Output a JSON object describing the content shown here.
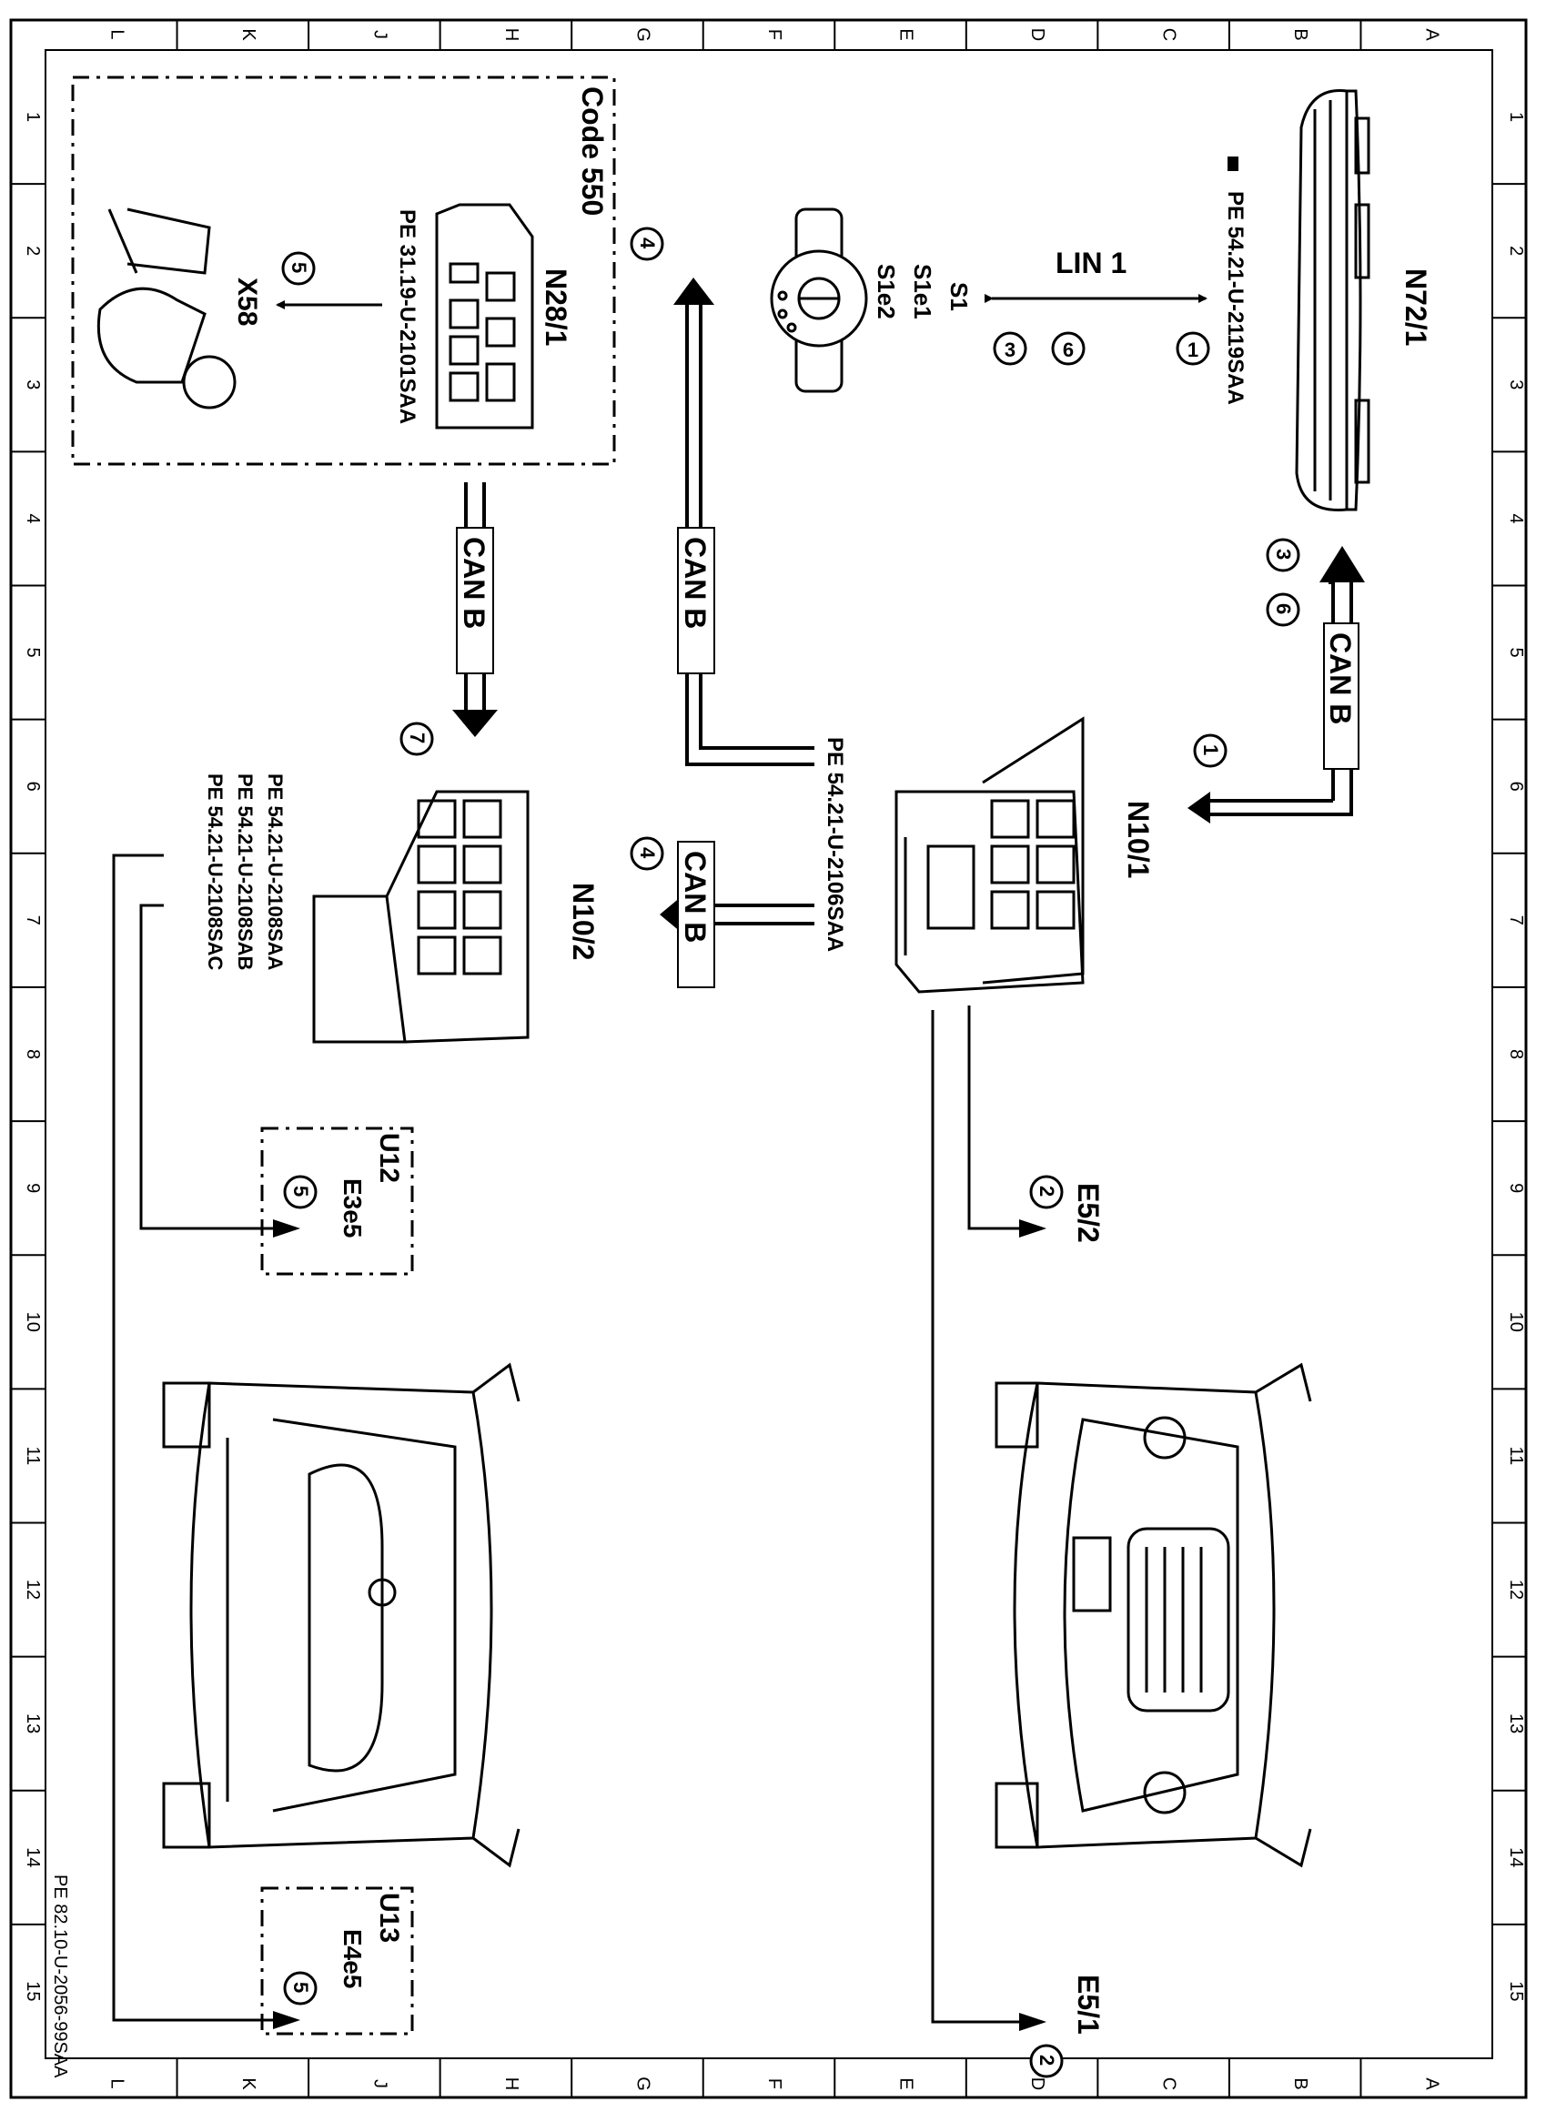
{
  "border": {
    "columns": [
      "L",
      "K",
      "J",
      "H",
      "G",
      "F",
      "E",
      "D",
      "C",
      "B",
      "A"
    ],
    "rows": [
      "1",
      "2",
      "3",
      "4",
      "5",
      "6",
      "7",
      "8",
      "9",
      "10",
      "11",
      "12",
      "13",
      "14",
      "15"
    ]
  },
  "sheet_ref": "PE 82.10-U-2056-99SAA",
  "components": {
    "n72": {
      "name": "N72/1",
      "ref": "PE 54.21-U-2119SAA"
    },
    "s1": {
      "name1": "S1",
      "name2": "S1e1",
      "name3": "S1e2"
    },
    "n28": {
      "name": "N28/1",
      "ref": "PE 31.19-U-2101SAA",
      "code": "Code 550"
    },
    "x58": {
      "name": "X58"
    },
    "n10_1": {
      "name": "N10/1",
      "ref": "PE 54.21-U-2106SAA"
    },
    "n10_2": {
      "name": "N10/2",
      "ref1": "PE 54.21-U-2108SAA",
      "ref2": "PE 54.21-U-2108SAB",
      "ref3": "PE 54.21-U-2108SAC"
    },
    "u12": {
      "name": "U12",
      "sub": "E3e5"
    },
    "u13": {
      "name": "U13",
      "sub": "E4e5"
    },
    "e5_2": {
      "name": "E5/2"
    },
    "e5_1": {
      "name": "E5/1"
    }
  },
  "bus": {
    "lin": "LIN 1",
    "can": "CAN B"
  },
  "steps": {
    "s1": "1",
    "s2": "2",
    "s3": "3",
    "s4": "4",
    "s5": "5",
    "s6": "6",
    "s7": "7"
  }
}
